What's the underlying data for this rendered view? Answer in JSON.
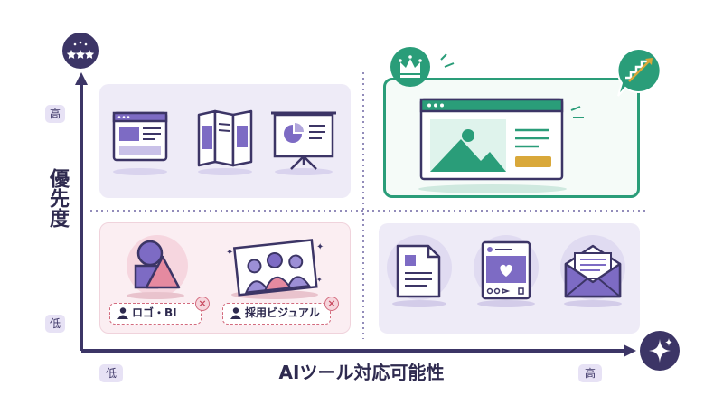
{
  "axes": {
    "y_label": "優先度",
    "y_high": "高",
    "y_low": "低",
    "x_label": "AIツール対応可能性",
    "x_low": "低",
    "x_high": "高"
  },
  "tags": {
    "logo_ci": "ロゴ・BI",
    "hiring_visual": "採用ビジュアル"
  },
  "colors": {
    "axis": "#3c3566",
    "purple": "#7d6bc4",
    "green": "#2a9d79",
    "pink": "#d36b7e",
    "gold": "#d9a83a"
  }
}
